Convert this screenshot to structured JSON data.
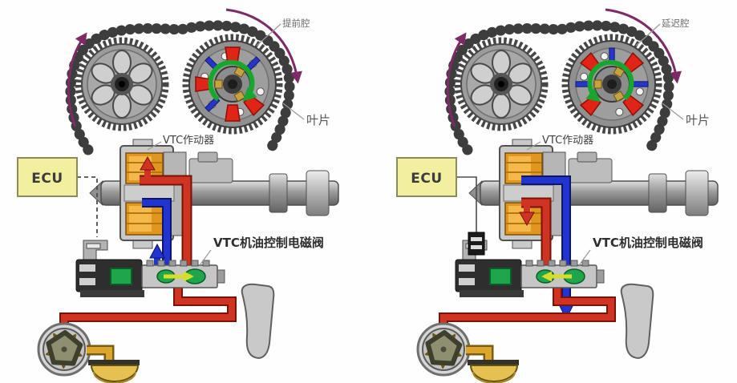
{
  "panels": [
    {
      "id": "advance-state",
      "labels": {
        "chamber": "提前腔",
        "vane": "叶片",
        "actuator": "VTC作动器",
        "ecu": "ECU",
        "solenoid": "VTC机油控制电磁阀"
      }
    },
    {
      "id": "retard-state",
      "labels": {
        "chamber": "延迟腔",
        "vane": "叶片",
        "actuator": "VTC作动器",
        "ecu": "ECU",
        "solenoid": "VTC机油控制电磁阀"
      }
    }
  ],
  "colors": {
    "background": "#fefefe",
    "ecu_box": "#f3efa0",
    "oil_supply_red": "#cf3322",
    "oil_drain_blue": "#2134cf",
    "vane_red": "#e02417",
    "vane_blue": "#2636c8",
    "rotation_arrow_purple": "#7d2a66",
    "rotor_arrow_green": "#17a62e",
    "spool_green": "#1fa64b",
    "oil_pickup_gold": "#dca62c"
  }
}
